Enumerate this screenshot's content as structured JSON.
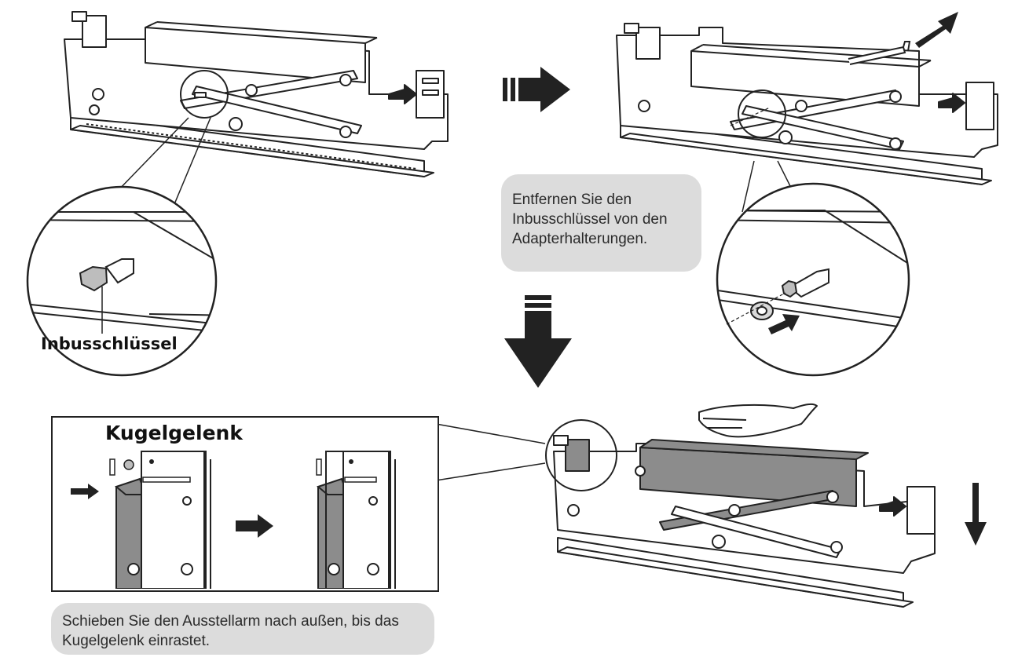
{
  "labels": {
    "allen_key": "Inbusschlüssel",
    "ball_joint": "Kugelgelenk"
  },
  "notes": {
    "remove_key": "Entfernen Sie den Inbusschlüssel von den Adapterhalterungen.",
    "slide_arm": "Schieben Sie den Ausstellarm nach außen, bis das Kugelgelenk einrastet."
  },
  "colors": {
    "line": "#222222",
    "part_fill": "#ffffff",
    "highlight_fill": "#8c8c8c",
    "note_bg": "#dcdcdc",
    "arrow": "#222222"
  }
}
